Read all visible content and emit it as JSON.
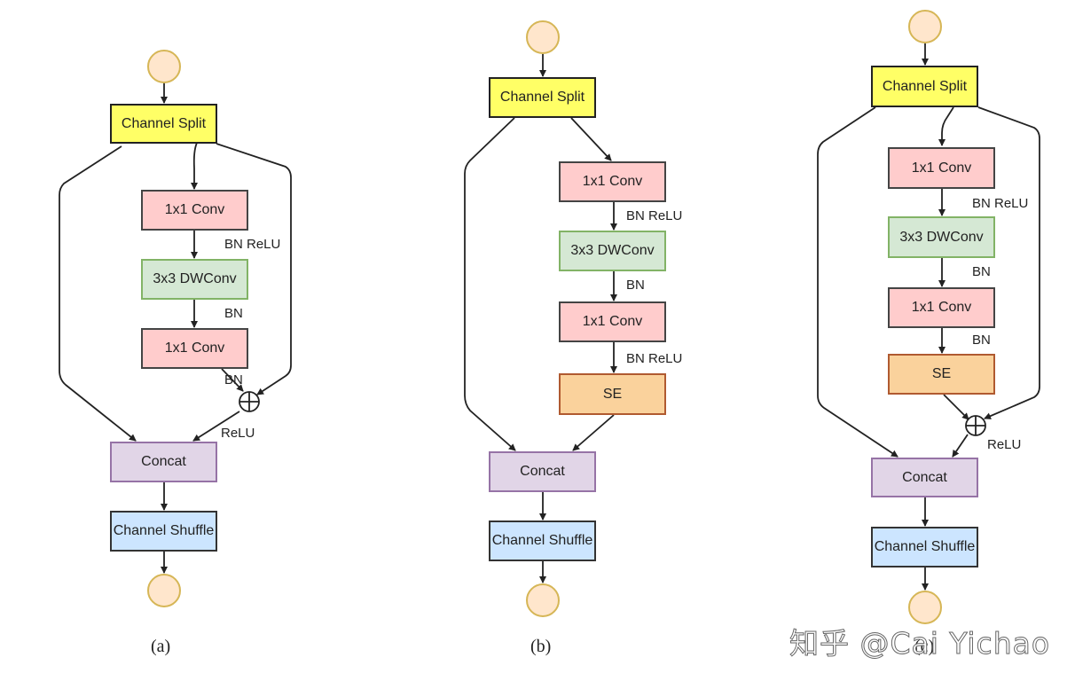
{
  "diagram_a": {
    "channel_split": "Channel Split",
    "conv1": "1x1 Conv",
    "dwconv": "3x3 DWConv",
    "conv2": "1x1 Conv",
    "concat": "Concat",
    "shuffle": "Channel Shuffle",
    "lbl_bn_relu": "BN ReLU",
    "lbl_bn1": "BN",
    "lbl_bn2": "BN",
    "lbl_relu": "ReLU",
    "caption": "(a)"
  },
  "diagram_b": {
    "channel_split": "Channel Split",
    "conv1": "1x1 Conv",
    "dwconv": "3x3 DWConv",
    "conv2": "1x1 Conv",
    "se": "SE",
    "concat": "Concat",
    "shuffle": "Channel Shuffle",
    "lbl_bn_relu1": "BN ReLU",
    "lbl_bn": "BN",
    "lbl_bn_relu2": "BN ReLU",
    "caption": "(b)"
  },
  "diagram_c": {
    "channel_split": "Channel Split",
    "conv1": "1x1 Conv",
    "dwconv": "3x3 DWConv",
    "conv2": "1x1 Conv",
    "se": "SE",
    "concat": "Concat",
    "shuffle": "Channel Shuffle",
    "lbl_bn_relu": "BN ReLU",
    "lbl_bn1": "BN",
    "lbl_bn2": "BN",
    "lbl_relu": "ReLU",
    "caption": "(c)"
  },
  "watermark": "知乎 @Cai Yichao"
}
